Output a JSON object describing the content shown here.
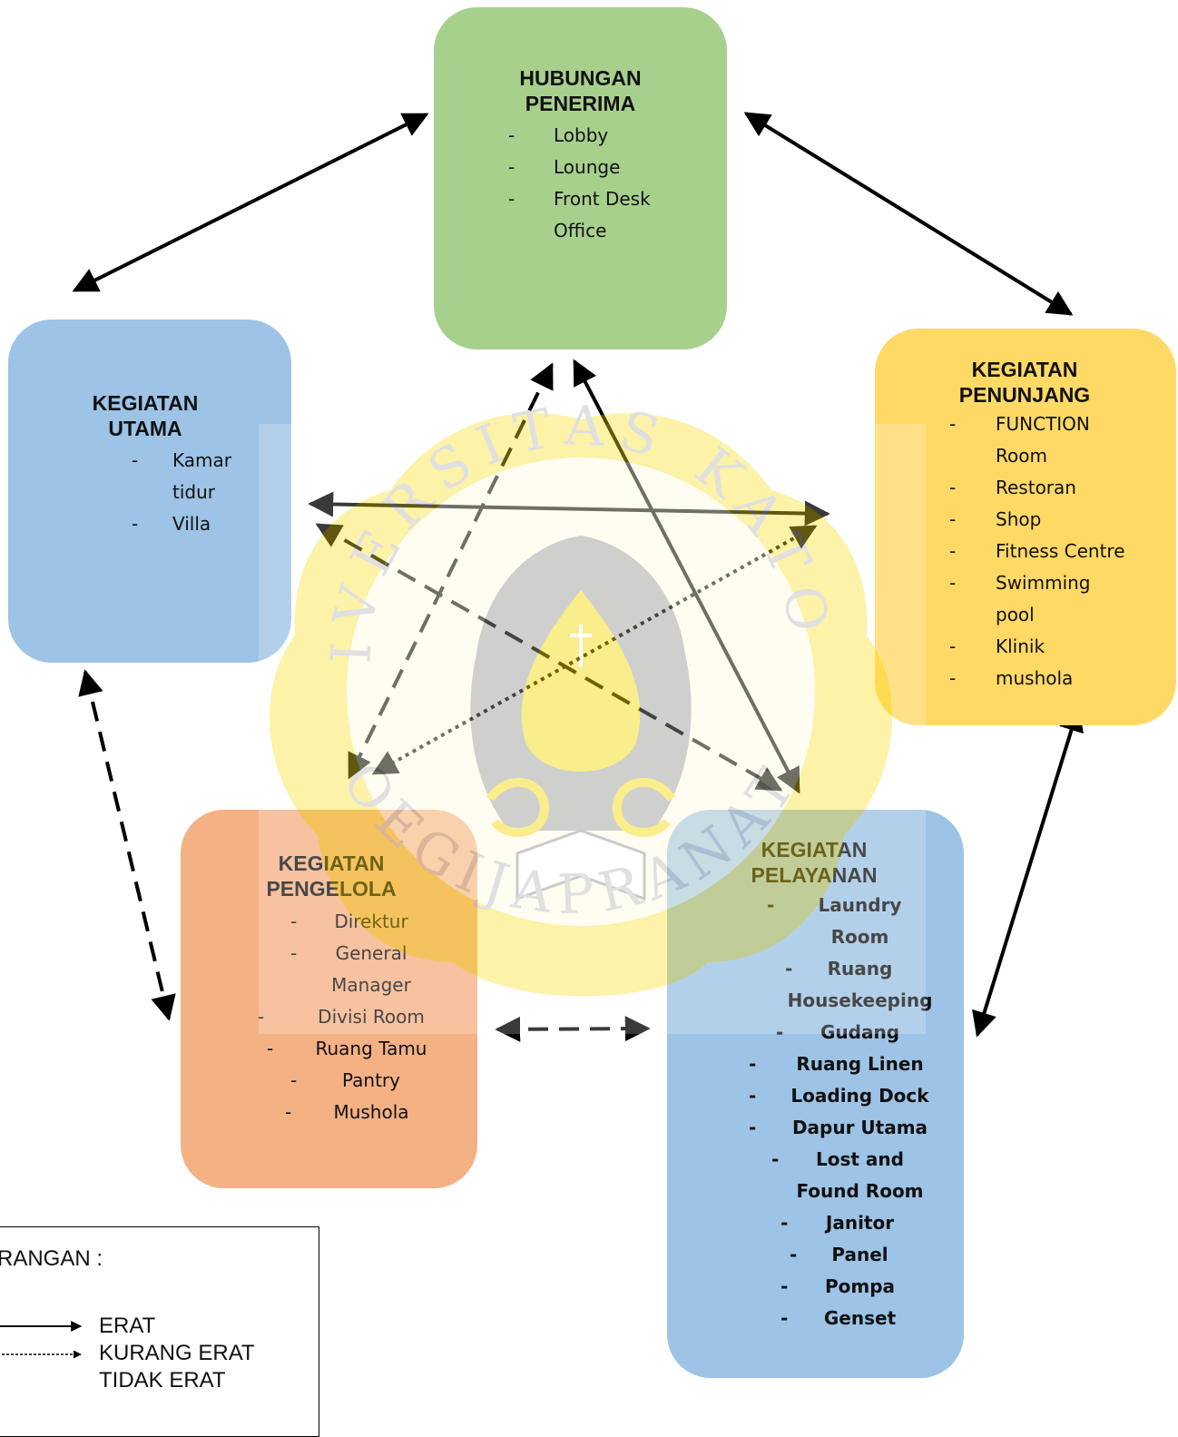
{
  "boxes": {
    "penerima": {
      "title": "HUBUNGAN\nPENERIMA",
      "items": [
        "Lobby",
        "Lounge",
        "Front Desk",
        "Office"
      ]
    },
    "utama": {
      "title": "KEGIATAN\nUTAMA",
      "items": [
        "Kamar",
        "tidur",
        "Villa"
      ]
    },
    "penunjang": {
      "title": "KEGIATAN\nPENUNJANG",
      "items": [
        "FUNCTION",
        "Room",
        "Restoran",
        "Shop",
        "Fitness Centre",
        "Swimming",
        "pool",
        "Klinik",
        "mushola"
      ]
    },
    "pengelola": {
      "title": "KEGIATAN\nPENGELOLA",
      "items": [
        "Direktur",
        "General",
        "Manager",
        "Divisi Room",
        "Ruang Tamu",
        "Pantry",
        "Mushola"
      ]
    },
    "pelayanan": {
      "title": "KEGIATAN\nPELAYANAN",
      "items": [
        "Laundry",
        "Room",
        "Ruang",
        "Housekeeping",
        "Gudang",
        "Ruang Linen",
        "Loading Dock",
        "Dapur Utama",
        "Lost and",
        "Found Room",
        "Janitor",
        "Panel",
        "Pompa",
        "Genset"
      ]
    }
  },
  "dash": "-",
  "legend": {
    "title": "RANGAN :",
    "items": [
      "ERAT",
      "KURANG ERAT",
      "TIDAK ERAT"
    ]
  },
  "watermark": {
    "text_top": "UNIVERSITAS KATOLIK",
    "text_bottom": "SOEGIJAPRANATA"
  },
  "colors": {
    "penerima": "#a8d08d",
    "utama": "#9dc3e6",
    "penunjang": "#ffd966",
    "pengelola": "#f4b183",
    "pelayanan": "#9dc3e6",
    "watermark": "#f5d800"
  }
}
